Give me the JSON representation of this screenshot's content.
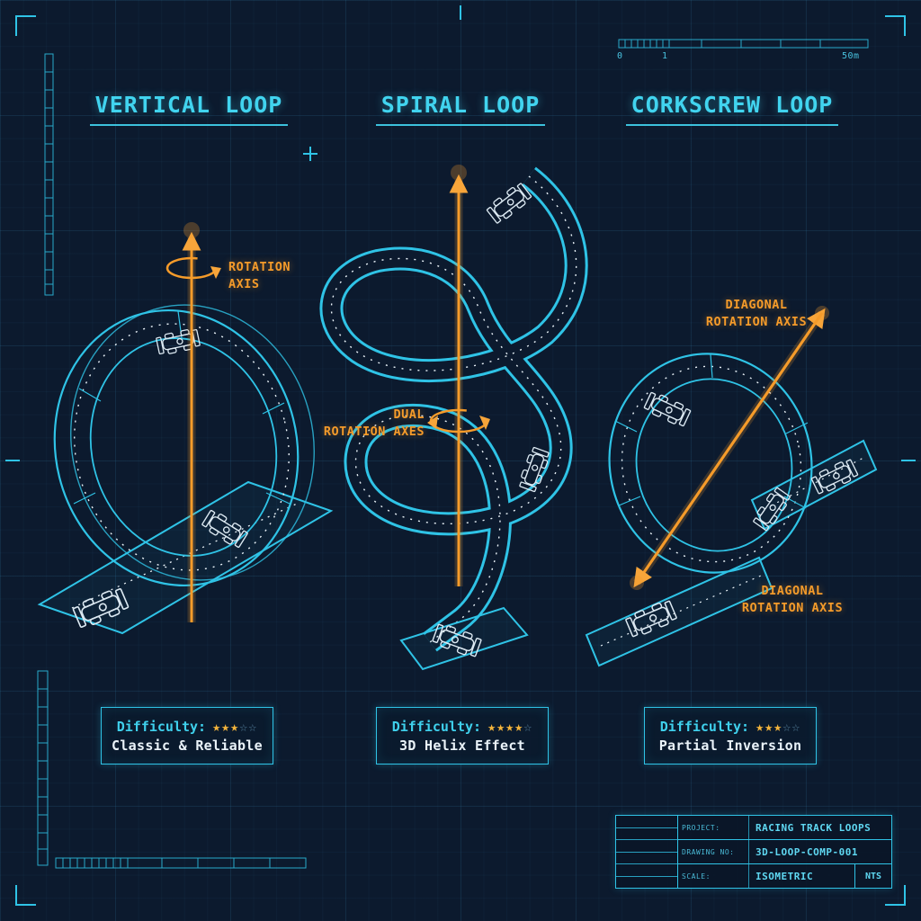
{
  "colors": {
    "background": "#0c1a2e",
    "cyan": "#2fc3e6",
    "orange": "#f59b2a",
    "white": "#eaf3f9"
  },
  "headings": {
    "panel1": "VERTICAL LOOP",
    "panel2": "SPIRAL LOOP",
    "panel3": "CORKSCREW LOOP"
  },
  "annotations": {
    "panel1_axis": "ROTATION\nAXIS",
    "panel2_axis": "DUAL\nROTATION AXES",
    "panel3_axis_top": "DIAGONAL\nROTATION AXIS",
    "panel3_axis_bottom": "DIAGONAL\nROTATION AXIS"
  },
  "difficulty": [
    {
      "label": "Difficulty:",
      "stars_filled": "★★★",
      "stars_empty": "☆☆",
      "description": "Classic & Reliable"
    },
    {
      "label": "Difficulty:",
      "stars_filled": "★★★★",
      "stars_empty": "☆",
      "description": "3D Helix Effect"
    },
    {
      "label": "Difficulty:",
      "stars_filled": "★★★",
      "stars_empty": "☆☆",
      "description": "Partial Inversion"
    }
  ],
  "scale_bar": {
    "zero": "0",
    "one": "1",
    "end": "50m"
  },
  "title_block": {
    "project_label": "PROJECT:",
    "project_value": "RACING TRACK LOOPS",
    "drawing_label": "DRAWING NO:",
    "drawing_value": "3D-LOOP-COMP-001",
    "scale_label": "SCALE:",
    "scale_value": "ISOMETRIC",
    "nts": "NTS"
  }
}
